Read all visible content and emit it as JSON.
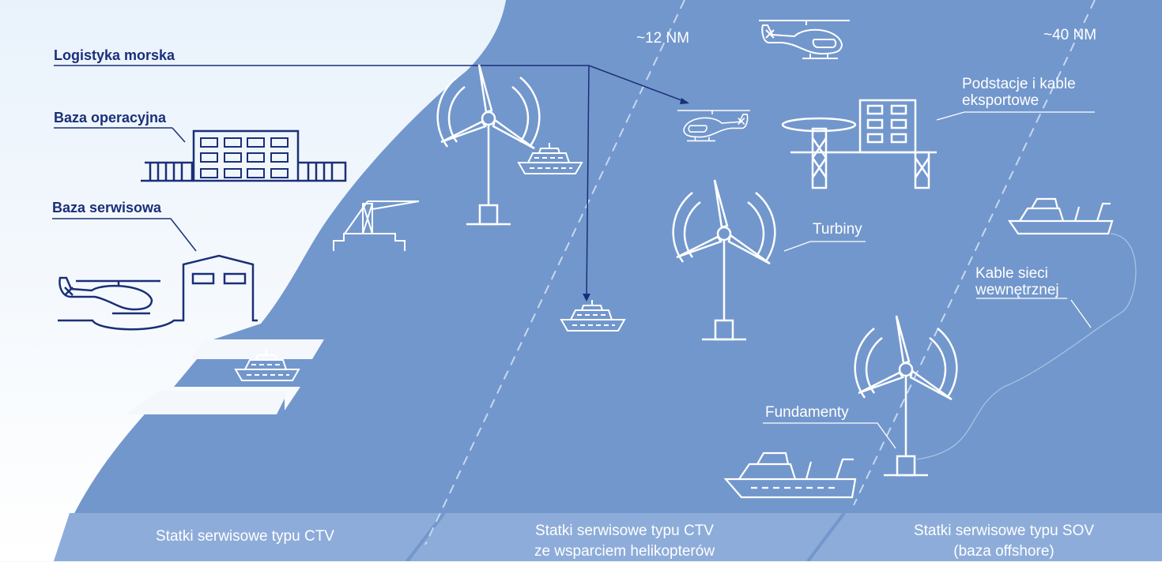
{
  "labels": {
    "logistics": "Logistyka morska",
    "operations_base": "Baza operacyjna",
    "service_base": "Baza serwisowa",
    "nm12": "~12 NM",
    "nm40": "~40 NM",
    "substations": "Podstacje i kable eksportowe",
    "substations_line1": "Podstacje i kable",
    "substations_line2": "eksportowe",
    "turbines": "Turbiny",
    "array_cables_line1": "Kable sieci",
    "array_cables_line2": "wewnętrznej",
    "foundations": "Fundamenty"
  },
  "zones": [
    {
      "line1": "Statki serwisowe typu CTV",
      "line2": ""
    },
    {
      "line1": "Statki serwisowe typu CTV",
      "line2": "ze wsparciem helikopterów"
    },
    {
      "line1": "Statki serwisowe typu SOV",
      "line2": "(baza offshore)"
    }
  ],
  "colors": {
    "sea": "#7297cc",
    "band": "#8dacd9",
    "land": "#eef5fc",
    "navy": "#1b2f78",
    "white": "#ffffff"
  }
}
